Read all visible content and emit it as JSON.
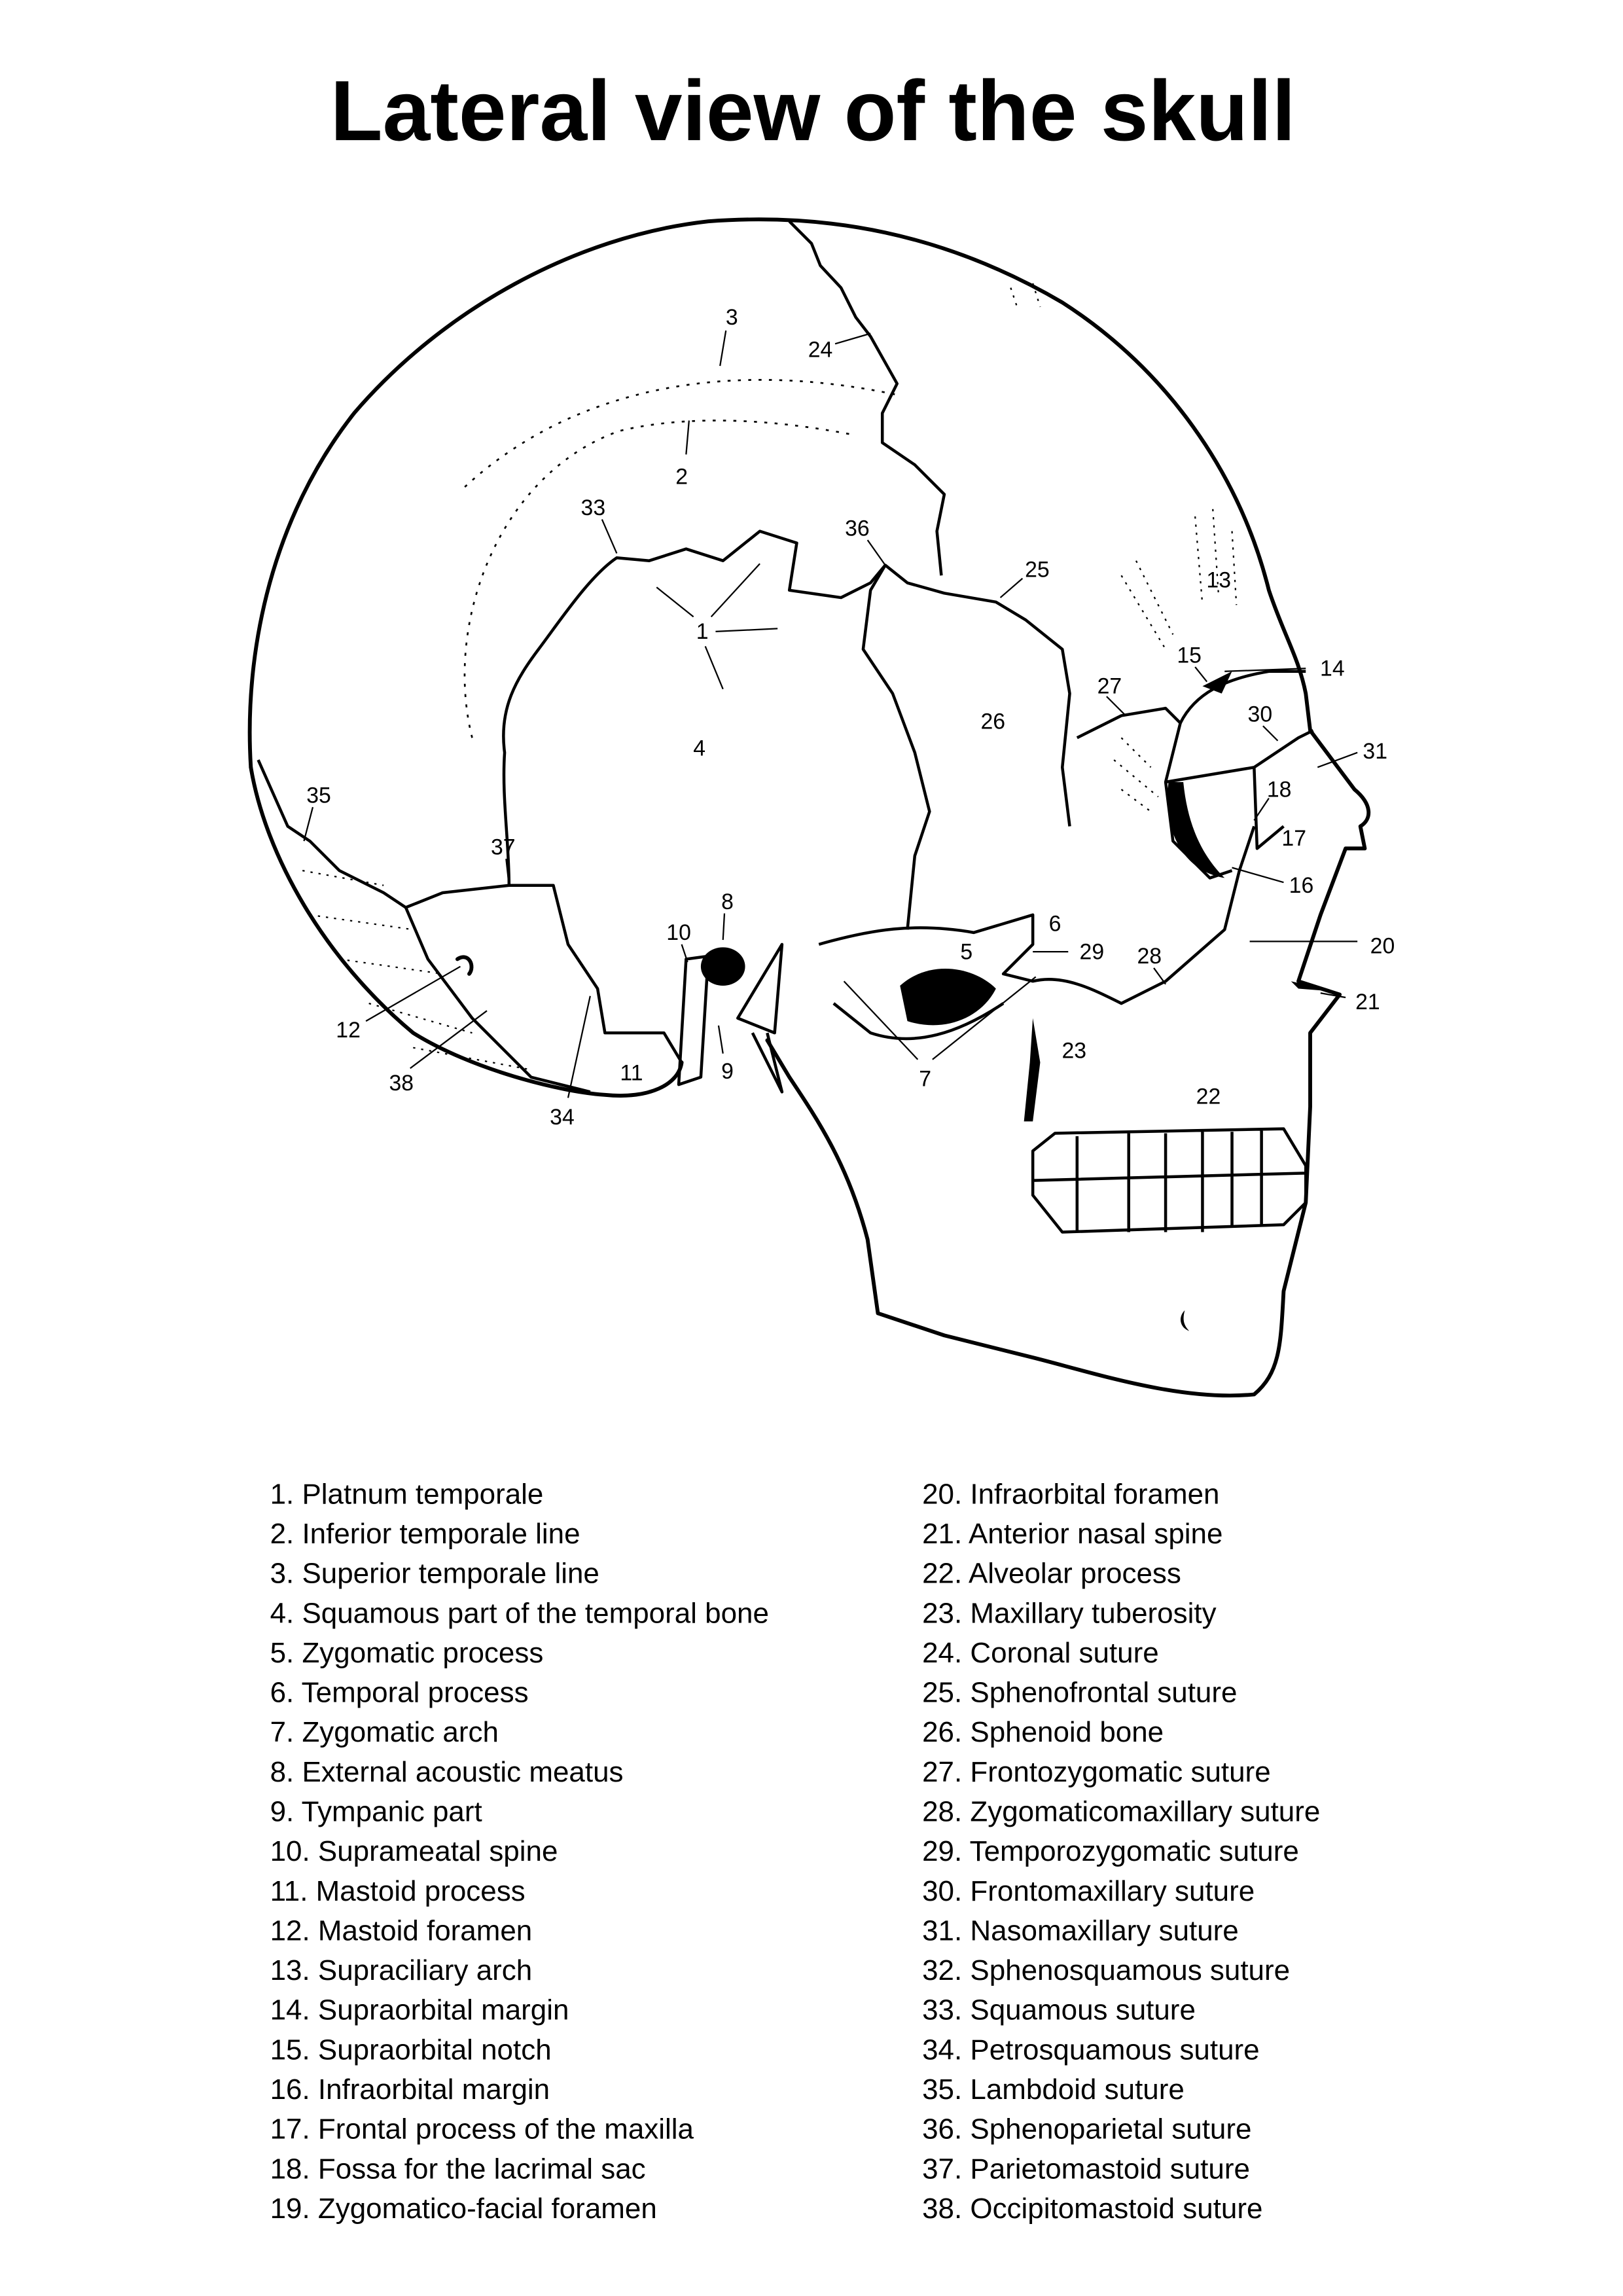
{
  "title": "Lateral view of the skull",
  "diagram_labels": [
    "1",
    "2",
    "3",
    "4",
    "5",
    "6",
    "7",
    "8",
    "9",
    "10",
    "11",
    "12",
    "13",
    "14",
    "15",
    "16",
    "17",
    "18",
    "20",
    "21",
    "22",
    "23",
    "24",
    "25",
    "26",
    "27",
    "28",
    "29",
    "30",
    "31",
    "33",
    "34",
    "35",
    "36",
    "37",
    "38"
  ],
  "legend": [
    "1. Platnum temporale",
    "2. Inferior temporale line",
    "3. Superior temporale line",
    "4. Squamous part of the temporal bone",
    "5. Zygomatic process",
    "6. Temporal process",
    "7. Zygomatic arch",
    "8. External acoustic meatus",
    "9. Tympanic part",
    "10. Suprameatal spine",
    "11. Mastoid process",
    "12. Mastoid foramen",
    "13. Supraciliary arch",
    "14. Supraorbital margin",
    "15. Supraorbital notch",
    "16. Infraorbital margin",
    "17. Frontal process of the maxilla",
    "18. Fossa for the lacrimal sac",
    "19. Zygomatico-facial foramen",
    "20. Infraorbital foramen",
    "21. Anterior nasal spine",
    "22. Alveolar process",
    "23. Maxillary tuberosity",
    "24. Coronal suture",
    "25. Sphenofrontal suture",
    "26. Sphenoid bone",
    "27. Frontozygomatic suture",
    "28. Zygomaticomaxillary suture",
    "29. Temporozygomatic suture",
    "30. Frontomaxillary suture",
    "31. Nasomaxillary suture",
    "32. Sphenosquamous suture",
    "33. Squamous suture",
    "34. Petrosquamous suture",
    "35. Lambdoid suture",
    "36. Sphenoparietal suture",
    "37. Parietomastoid suture",
    "38. Occipitomastoid suture"
  ]
}
